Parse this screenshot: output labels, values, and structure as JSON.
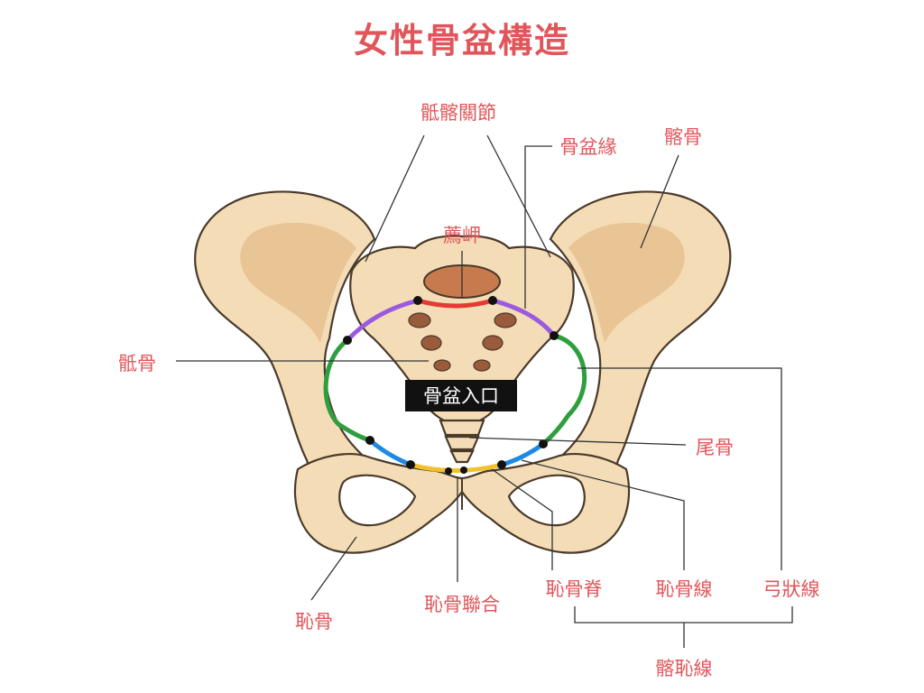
{
  "title": "女性骨盆構造",
  "labels": {
    "sacroiliac_joint": "骶髂關節",
    "pelvic_brim": "骨盆緣",
    "ilium": "髂骨",
    "promontory": "薦岬",
    "sacrum": "骶骨",
    "pelvic_inlet": "骨盆入口",
    "coccyx": "尾骨",
    "pubis": "恥骨",
    "pubic_symphysis": "恥骨聯合",
    "pubic_crest": "恥骨脊",
    "pectineal_line": "恥骨線",
    "arcuate_line": "弓狀線",
    "iliopectineal_line": "髂恥線"
  },
  "colors": {
    "label": "#e0565a",
    "bone": "#f3dcb6",
    "promontory_segment": "#e53935",
    "ala_segment": "#9b59e0",
    "arcuate_segment": "#2e9e3e",
    "pectineal_segment": "#1e88e5",
    "pubic_crest_segment": "#f2c12e"
  }
}
